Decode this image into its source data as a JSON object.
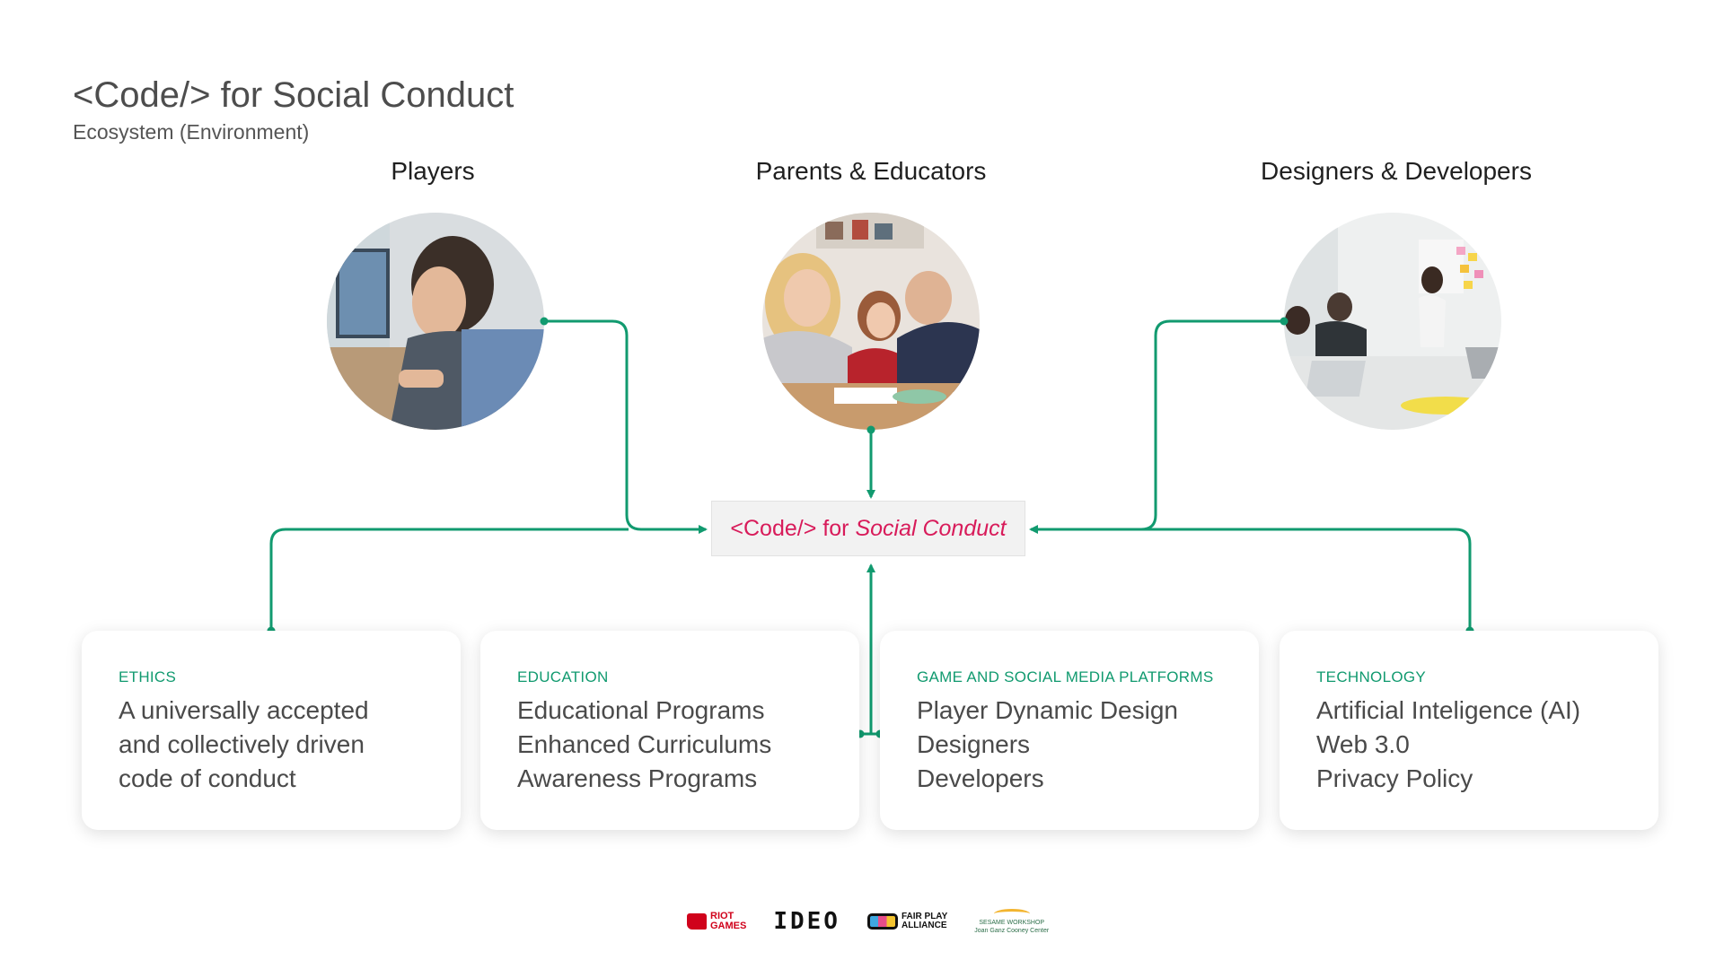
{
  "header": {
    "title": "<Code/> for Social Conduct",
    "subtitle": "Ecosystem (Environment)"
  },
  "groups": [
    {
      "label": "Players"
    },
    {
      "label": "Parents & Educators"
    },
    {
      "label": "Designers & Developers"
    }
  ],
  "center": {
    "prefix": "<Code/> for",
    "emphasis": "Social Conduct"
  },
  "cards": [
    {
      "category": "ETHICS",
      "lines": [
        "A universally accepted",
        "and collectively driven",
        "code of conduct"
      ]
    },
    {
      "category": "EDUCATION",
      "lines": [
        "Educational Programs",
        "Enhanced Curriculums",
        "Awareness Programs"
      ]
    },
    {
      "category": "GAME AND SOCIAL MEDIA PLATFORMS",
      "lines": [
        "Player Dynamic Design",
        "Designers",
        "Developers"
      ]
    },
    {
      "category": "TECHNOLOGY",
      "lines": [
        "Artificial Inteligence (AI)",
        "Web 3.0",
        "Privacy Policy"
      ]
    }
  ],
  "logos": {
    "riot": [
      "RIOT",
      "GAMES"
    ],
    "ideo": "IDEO",
    "fairplay": [
      "FAIR PLAY",
      "ALLIANCE"
    ],
    "sesame": [
      "SESAME WORKSHOP",
      "Joan Ganz Cooney Center"
    ]
  },
  "colors": {
    "connector": "#119a6f",
    "center_text": "#d81b5a",
    "category": "#119a6f"
  }
}
